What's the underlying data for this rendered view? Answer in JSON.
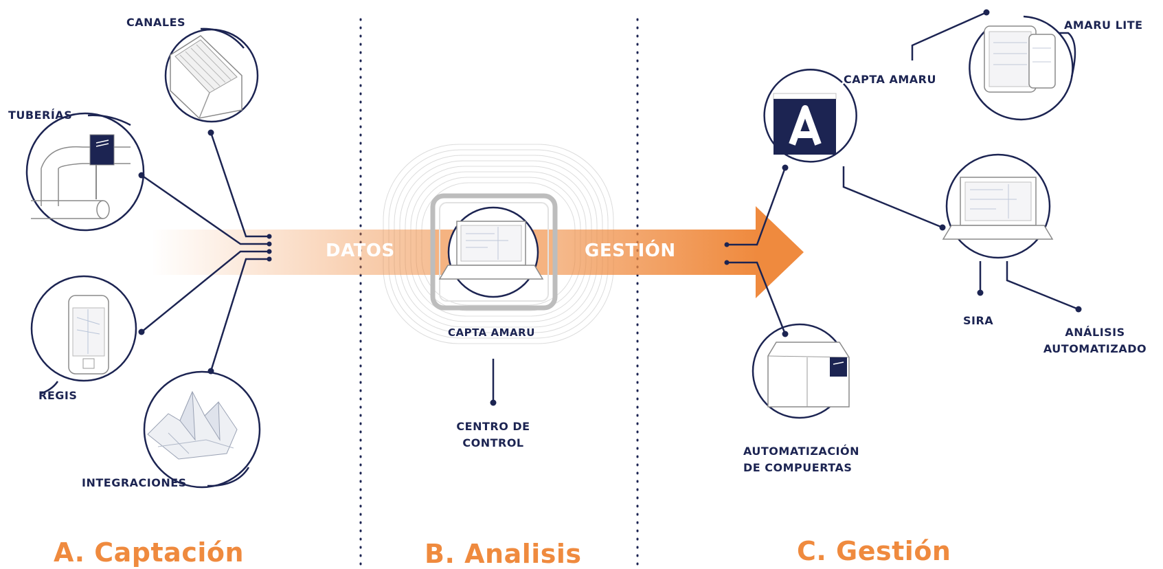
{
  "colors": {
    "navy": "#1c2452",
    "orange": "#ef8a3e",
    "stage_text": "#ef8a3e",
    "line": "#c8c8c8"
  },
  "stages": {
    "a": "A. Captación",
    "b": "B. Analisis",
    "c": "C. Gestión"
  },
  "flow": {
    "datos": "DATOS",
    "gestion": "GESTIÓN"
  },
  "inputs": {
    "canales": "CANALES",
    "tuberias": "TUBERÍAS",
    "regis": "REGIS",
    "integraciones": "INTEGRACIONES"
  },
  "analysis": {
    "capta_amaru": "CAPTA AMARU",
    "centro_l1": "CENTRO DE",
    "centro_l2": "CONTROL"
  },
  "outputs": {
    "capta_amaru": "CAPTA AMARU",
    "amaru_lite": "AMARU LITE",
    "sira": "SIRA",
    "analisis_l1": "ANÁLISIS",
    "analisis_l2": "AUTOMATIZADO",
    "auto_l1": "AUTOMATIZACIÓN",
    "auto_l2": "DE COMPUERTAS"
  },
  "icons": [
    "canal-icon",
    "pipe-sensor-icon",
    "phone-icon",
    "terrain-icon",
    "laptop-icon",
    "amaru-logo-icon",
    "tablet-phone-icon",
    "cabinet-icon"
  ]
}
